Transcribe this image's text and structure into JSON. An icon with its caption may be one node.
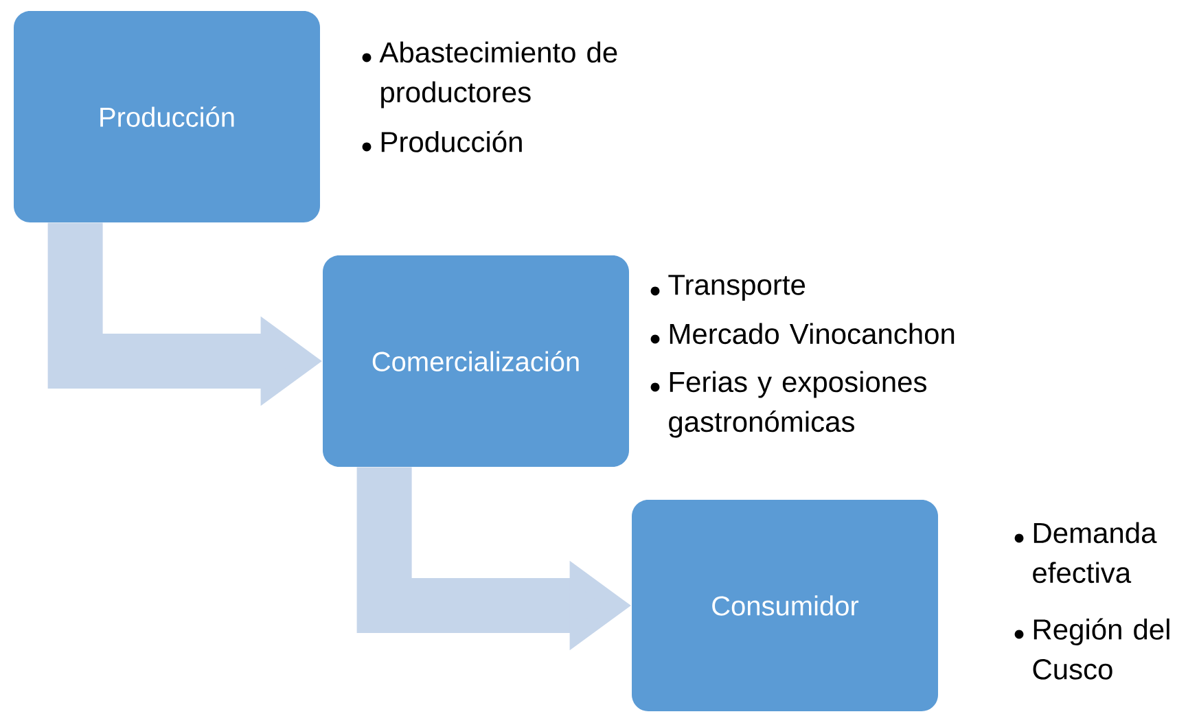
{
  "diagram": {
    "nodes": [
      {
        "text": [
          "Producción"
        ],
        "beside": [
          "Abastecimiento de productores",
          "Producción"
        ]
      },
      {
        "text": [
          "Comercialización"
        ],
        "beside": [
          "Transporte",
          "Mercado Vinocanchon",
          "Ferias y exposiones gastronómicas"
        ]
      },
      {
        "text": [
          "Consumidor"
        ],
        "beside": [
          "Demanda efectiva",
          "Región del Cusco"
        ]
      }
    ],
    "edges": [
      {
        "from": 0,
        "to": 1,
        "arrow": "to"
      },
      {
        "from": 1,
        "to": 2,
        "arrow": "to"
      }
    ]
  }
}
